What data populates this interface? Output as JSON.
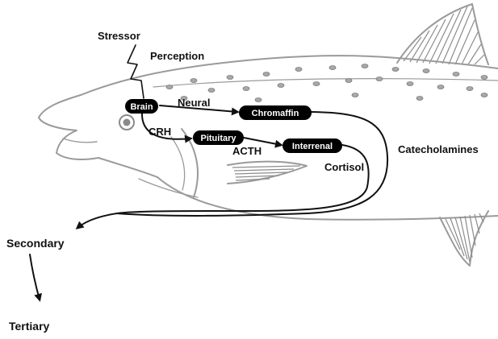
{
  "labels": {
    "stressor": "Stressor",
    "perception": "Perception",
    "neural": "Neural",
    "crh": "CRH",
    "acth": "ACTH",
    "cortisol": "Cortisol",
    "catecholamines": "Catecholamines",
    "secondary": "Secondary",
    "tertiary": "Tertiary"
  },
  "nodes": {
    "brain": "Brain",
    "pituitary": "Pituitary",
    "chromaffin": "Chromaffin",
    "interrenal": "Interrenal"
  },
  "colors": {
    "node_fill": "#000000",
    "node_text": "#ffffff",
    "arrow": "#111111",
    "fish_outline": "#9a9a9a"
  }
}
